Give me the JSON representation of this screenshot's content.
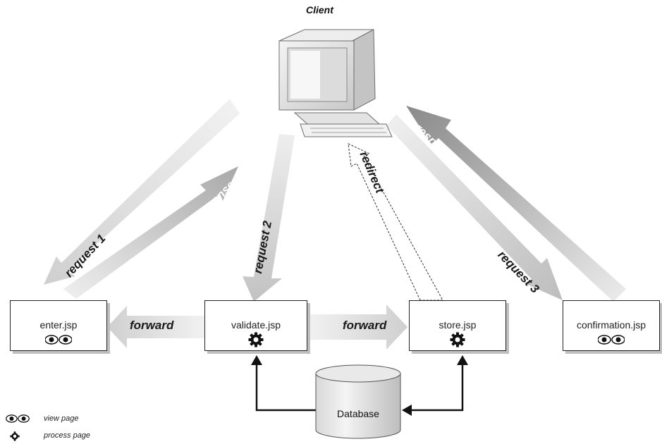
{
  "client": {
    "title": "Client"
  },
  "pages": {
    "enter": "enter.jsp",
    "validate": "validate.jsp",
    "store": "store.jsp",
    "confirmation": "confirmation.jsp"
  },
  "database": {
    "label": "Database"
  },
  "flows": {
    "request1": "request 1",
    "response1": "response",
    "request2": "request 2",
    "redirect": "redirect",
    "request3": "request 3",
    "response3": "response",
    "forward_left": "forward",
    "forward_right": "forward"
  },
  "legend": {
    "view_page": "view page",
    "process_page": "process page"
  },
  "icons": {
    "view_page": "eyes-icon",
    "process_page": "gear-icon",
    "client": "computer-icon",
    "database": "database-cylinder-icon"
  },
  "colors": {
    "arrow_light": "#e6e6e6",
    "arrow_mid": "#b8b8b8",
    "arrow_dark": "#8f8f8f",
    "box_border": "#222222",
    "box_shadow": "#bfbfbf"
  }
}
